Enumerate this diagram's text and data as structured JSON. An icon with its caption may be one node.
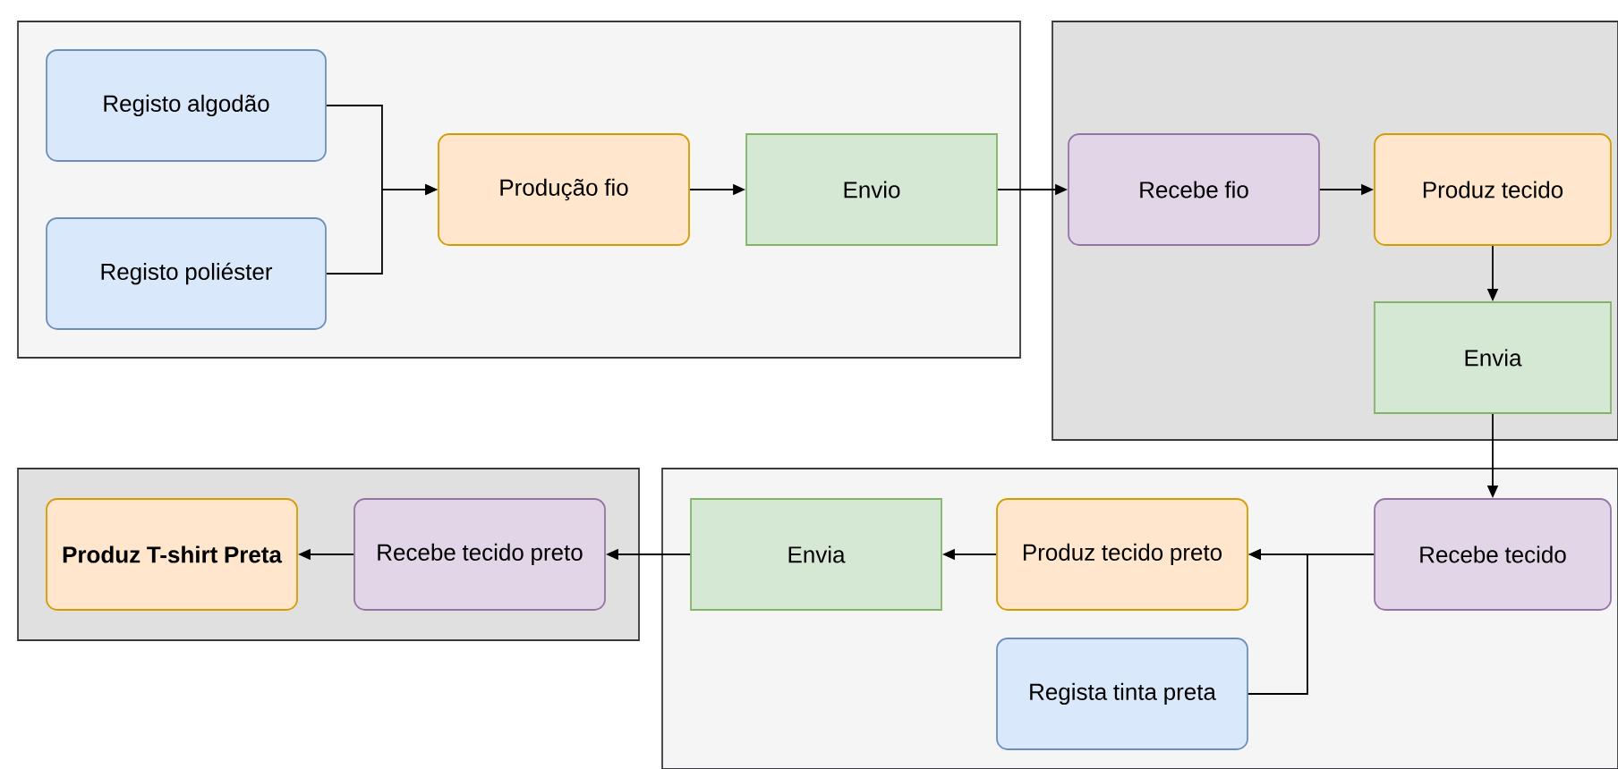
{
  "diagram": {
    "nodes": [
      {
        "text": [],
        "shape": "box"
      },
      {
        "text": [
          "Registo algodão"
        ],
        "in": 0
      },
      {
        "text": [
          "Registo poliéster"
        ],
        "in": 0
      },
      {
        "text": [
          "Produção fio"
        ],
        "in": 0
      },
      {
        "text": [
          "Envio"
        ],
        "in": 0
      },
      {
        "text": [],
        "shape": "box"
      },
      {
        "text": [
          "Recebe fio"
        ],
        "in": 5
      },
      {
        "text": [
          "Produz tecido"
        ],
        "in": 5
      },
      {
        "text": [
          "Envia"
        ],
        "in": 5
      },
      {
        "text": [],
        "shape": "box"
      },
      {
        "text": [
          "Produz T-shirt Preta"
        ],
        "in": 9
      },
      {
        "text": [
          "Recebe tecido preto"
        ],
        "in": 9
      },
      {
        "text": [],
        "shape": "box"
      },
      {
        "text": [
          "Envia"
        ],
        "in": 12
      },
      {
        "text": [
          "Produz tecido preto"
        ],
        "in": 12
      },
      {
        "text": [
          "Recebe tecido"
        ],
        "in": 12
      },
      {
        "text": [
          "Regista tinta preta"
        ],
        "in": 12
      }
    ],
    "edges": [
      {
        "from": 1,
        "to": 3,
        "arrow": "to"
      },
      {
        "from": 2,
        "to": 3,
        "arrow": "to"
      },
      {
        "from": 3,
        "to": 4,
        "arrow": "to"
      },
      {
        "from": 4,
        "to": 6,
        "arrow": "to"
      },
      {
        "from": 6,
        "to": 7,
        "arrow": "to"
      },
      {
        "from": 7,
        "to": 8,
        "arrow": "to"
      },
      {
        "from": 8,
        "to": 15,
        "arrow": "to"
      },
      {
        "from": 15,
        "to": 14,
        "arrow": "to"
      },
      {
        "from": 16,
        "to": 14,
        "arrow": "to"
      },
      {
        "from": 14,
        "to": 13,
        "arrow": "to"
      },
      {
        "from": 13,
        "to": 11,
        "arrow": "to"
      },
      {
        "from": 11,
        "to": 10,
        "arrow": "to"
      }
    ]
  }
}
